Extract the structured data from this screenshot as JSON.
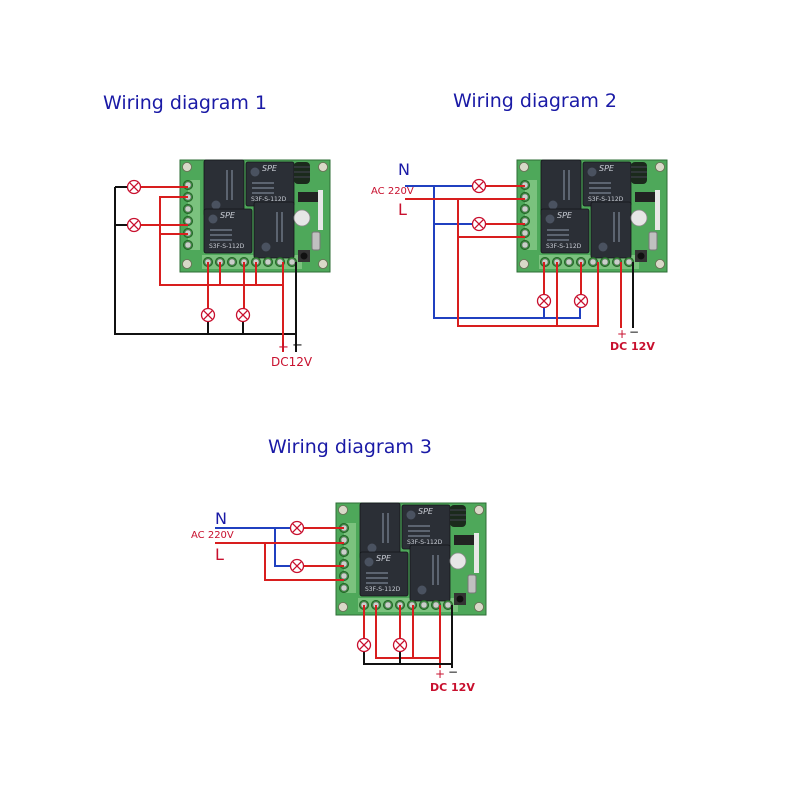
{
  "diagrams": [
    {
      "title": "Wiring diagram 1",
      "dc_plus": "+",
      "dc_minus": "−",
      "dc_label": "DC12V"
    },
    {
      "title": "Wiring diagram 2",
      "n_label": "N",
      "ac_label": "AC 220V",
      "l_label": "L",
      "dc_plus": "+",
      "dc_minus": "−",
      "dc_label": "DC 12V"
    },
    {
      "title": "Wiring diagram 3",
      "n_label": "N",
      "ac_label": "AC 220V",
      "l_label": "L",
      "dc_plus": "+",
      "dc_minus": "−",
      "dc_label": "DC 12V"
    }
  ],
  "relay": {
    "brand": "SPE",
    "model": "S3F-S-112D"
  },
  "colors": {
    "title": "#1a1aa6",
    "wire_red": "#d81e1e",
    "wire_blue": "#2040c0",
    "wire_black": "#111111",
    "board": "#4ea85a",
    "relay": "#2b2f36"
  }
}
